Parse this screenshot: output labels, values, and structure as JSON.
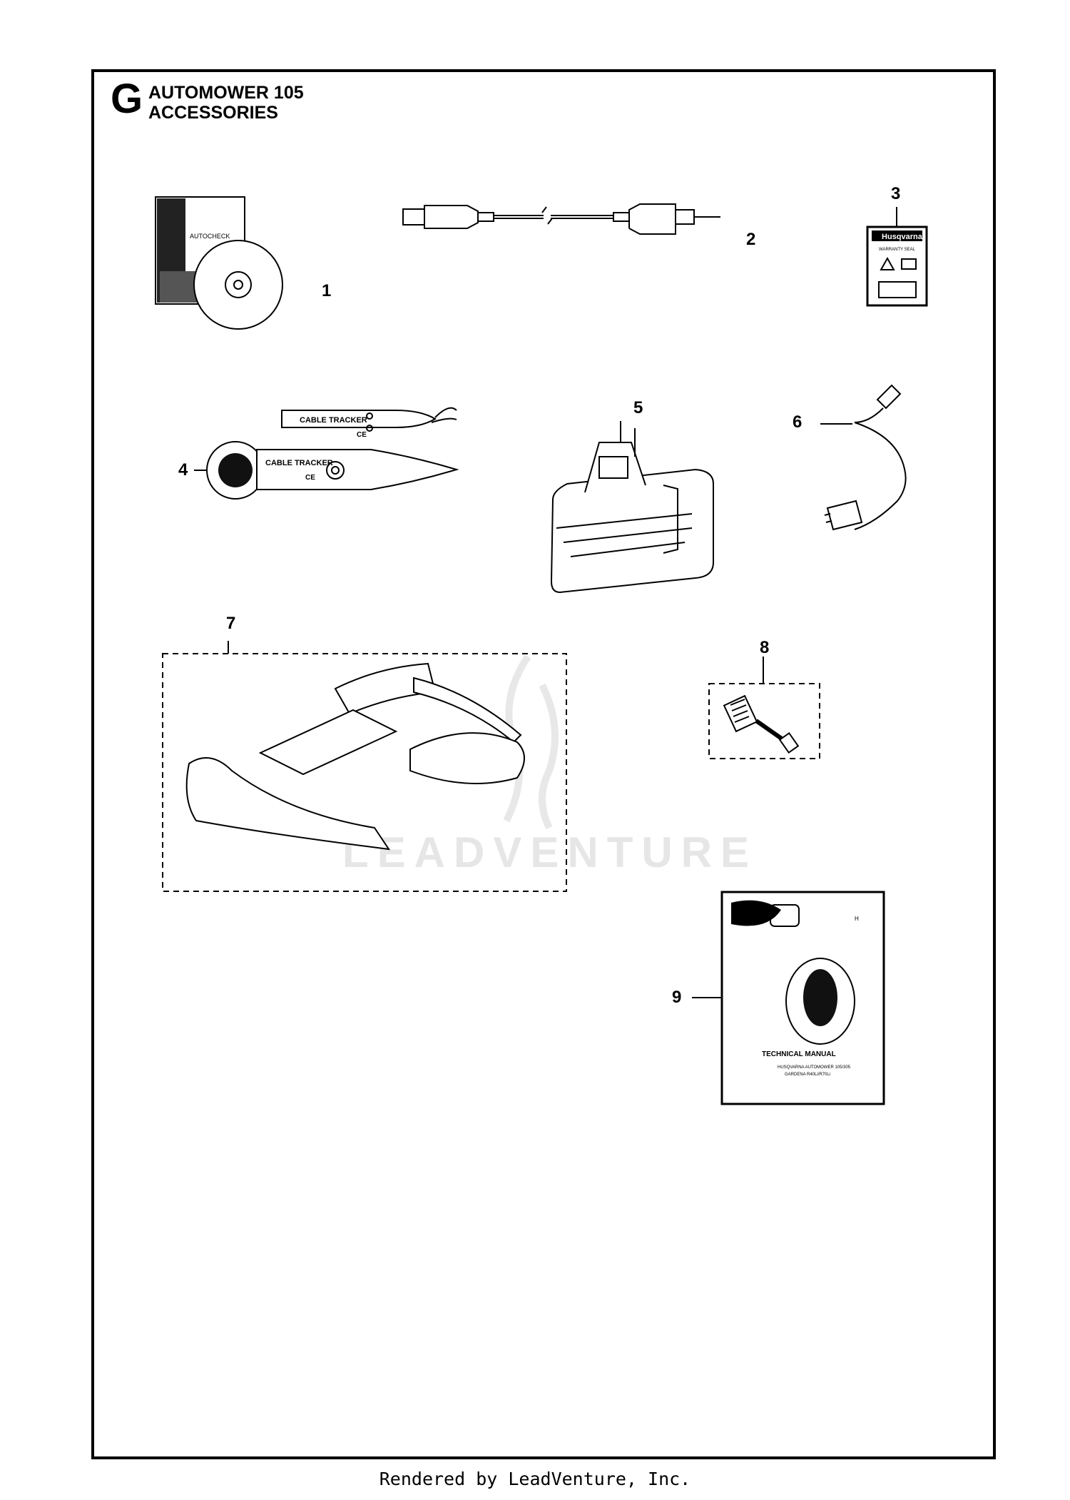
{
  "header": {
    "letter": "G",
    "title_line1": "AUTOMOWER 105",
    "title_line2": "ACCESSORIES"
  },
  "callouts": [
    "1",
    "2",
    "3",
    "4",
    "5",
    "6",
    "7",
    "8",
    "9"
  ],
  "artwork_text": {
    "cd_case_title": "AUTOCHECK",
    "label_brand": "Husqvarna",
    "label_text": "WARRANTY SEAL",
    "tracker_label": "CABLE TRACKER",
    "ce_mark": "CE",
    "manual_title": "TECHNICAL MANUAL",
    "manual_sub1": "HUSQVARNA AUTOMOWER 105/305",
    "manual_sub2": "GARDENA R40Li/R70Li"
  },
  "watermark": "LEADVENTURE",
  "footer": "Rendered by LeadVenture, Inc."
}
